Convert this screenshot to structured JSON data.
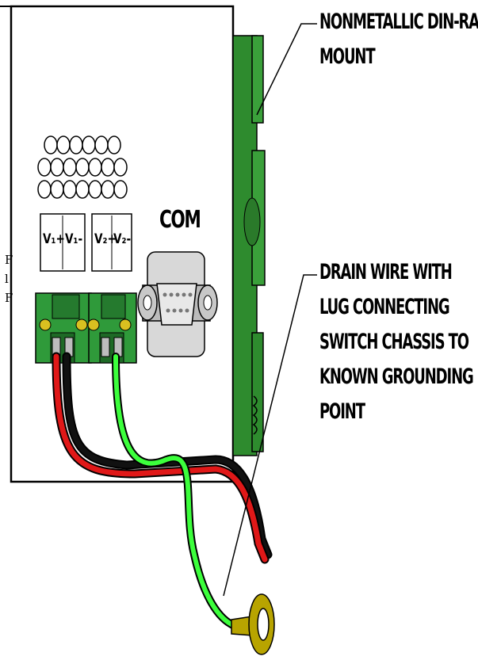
{
  "callouts": {
    "din_rail": [
      "NONMETALLIC DIN-RAIL",
      "MOUNT"
    ],
    "drain_wire": [
      "DRAIN WIRE WITH",
      "LUG CONNECTING",
      "SWITCH CHASSIS TO",
      "KNOWN GROUNDING",
      "POINT"
    ]
  },
  "port_label": "COM",
  "terminals": {
    "t1_plus": "V₁+",
    "t1_minus": "V₁-",
    "t2_plus": "V₂+",
    "t2_minus": "V₂-"
  },
  "edge_fragments": [
    "F",
    "l",
    "F"
  ],
  "colors": {
    "housing_green": "#2e8b2e",
    "terminal_green": "#2f9a3a",
    "wire_red": "#e01818",
    "wire_black": "#000000",
    "wire_green": "#3cff3c",
    "lug_gold": "#b8a400"
  }
}
